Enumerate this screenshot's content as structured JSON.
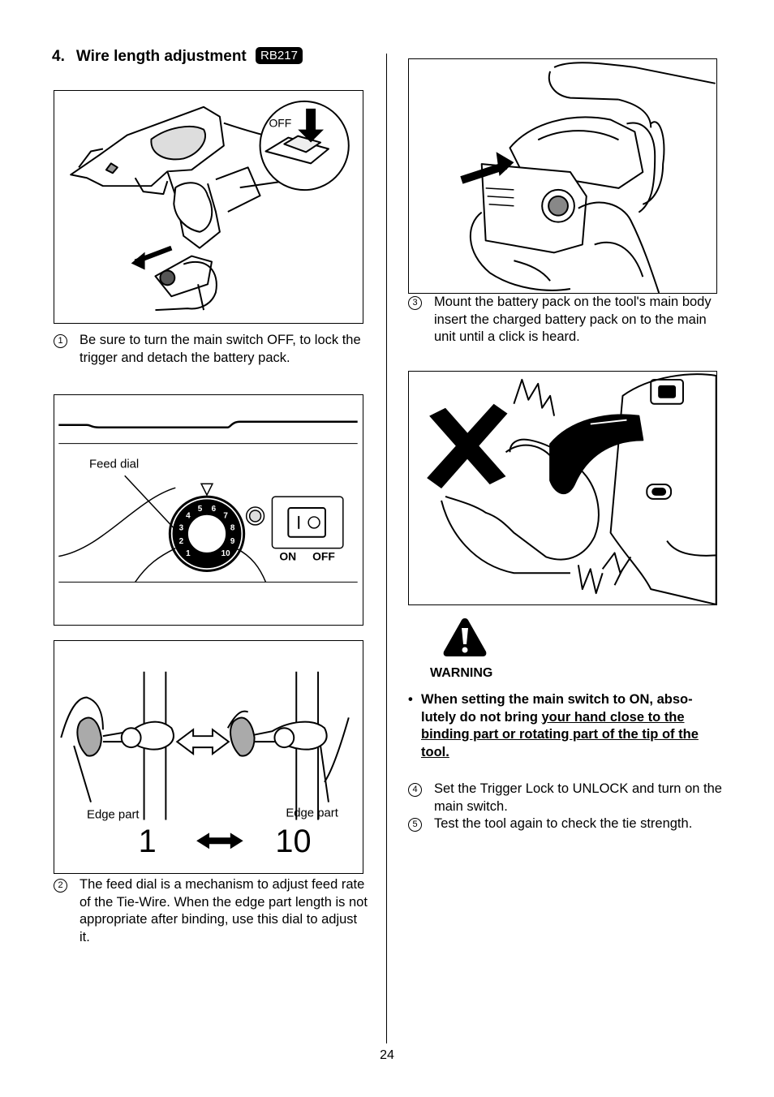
{
  "section": {
    "number": "4.",
    "title": "Wire length adjustment",
    "model_badge": "RB217"
  },
  "figures": {
    "fig1": {
      "switch_label": "OFF"
    },
    "fig2": {
      "feed_dial_label": "Feed dial",
      "on_label": "ON",
      "off_label": "OFF",
      "dial_numbers": [
        "1",
        "2",
        "3",
        "4",
        "5",
        "6",
        "7",
        "8",
        "9",
        "10"
      ]
    },
    "fig3": {
      "edge_part_left": "Edge part",
      "edge_part_right": "Edge part",
      "scale_min": "1",
      "scale_max": "10"
    }
  },
  "steps": [
    {
      "num": "1",
      "text": "Be sure to turn the main switch OFF, to lock the trigger and detach the battery pack."
    },
    {
      "num": "2",
      "text": "The feed dial is a mechanism to adjust feed rate of the Tie-Wire. When the edge part length is not appropriate after binding, use this dial to adjust it."
    },
    {
      "num": "3",
      "text": "Mount the battery pack on the tool's main body insert the charged battery pack on to the main unit until a click is heard."
    },
    {
      "num": "4",
      "text": "Set the Trigger Lock to UNLOCK and turn on the main switch."
    },
    {
      "num": "5",
      "text": "Test the tool again to check the tie strength."
    }
  ],
  "warning": {
    "icon": "warning-triangle-icon",
    "label": "WARNING",
    "bullet_lead": "When setting the main switch to ON, abso-lutely do not bring ",
    "bullet_underlined": "your hand close to the binding part or rotating part of the tip of the tool."
  },
  "page_number": "24"
}
